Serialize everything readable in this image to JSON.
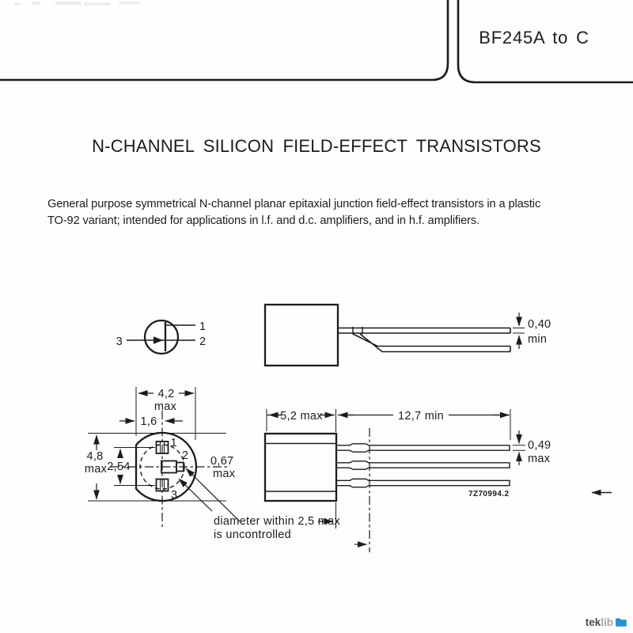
{
  "header": {
    "part_range": "BF245A to C"
  },
  "page": {
    "title": "N-CHANNEL SILICON FIELD-EFFECT TRANSISTORS"
  },
  "description": {
    "line1": "General purpose symmetrical N-channel planar epitaxial junction field-effect transistors in a plastic",
    "line2": "TO-92 variant; intended for applications in l.f. and d.c. amplifiers, and in h.f. amplifiers."
  },
  "symbol": {
    "pin1": "1",
    "pin2": "2",
    "pin3": "3"
  },
  "top_view": {
    "lead_thickness": "0,40",
    "lead_thickness_qual": "min"
  },
  "bottom_view": {
    "pin1": "1",
    "pin2": "2",
    "pin3": "3",
    "width": "4,2",
    "width_qual": "max",
    "offset": "1,6",
    "height": "4,8",
    "height_qual": "max",
    "pitch": "2,54",
    "tab": "0,67",
    "tab_qual": "max"
  },
  "side_view": {
    "body_length": "5,2 max",
    "lead_length": "12,7 min",
    "lead_width": "0,49",
    "lead_width_qual": "max",
    "note1": "diameter within 2,5 max",
    "note2": "is uncontrolled",
    "drawing_number": "7Z70994.2"
  },
  "footer": {
    "brand_tek": "tek",
    "brand_lib": "lib"
  },
  "colors": {
    "ink": "#1c1c1c",
    "brand_blue": "#2492d1"
  }
}
